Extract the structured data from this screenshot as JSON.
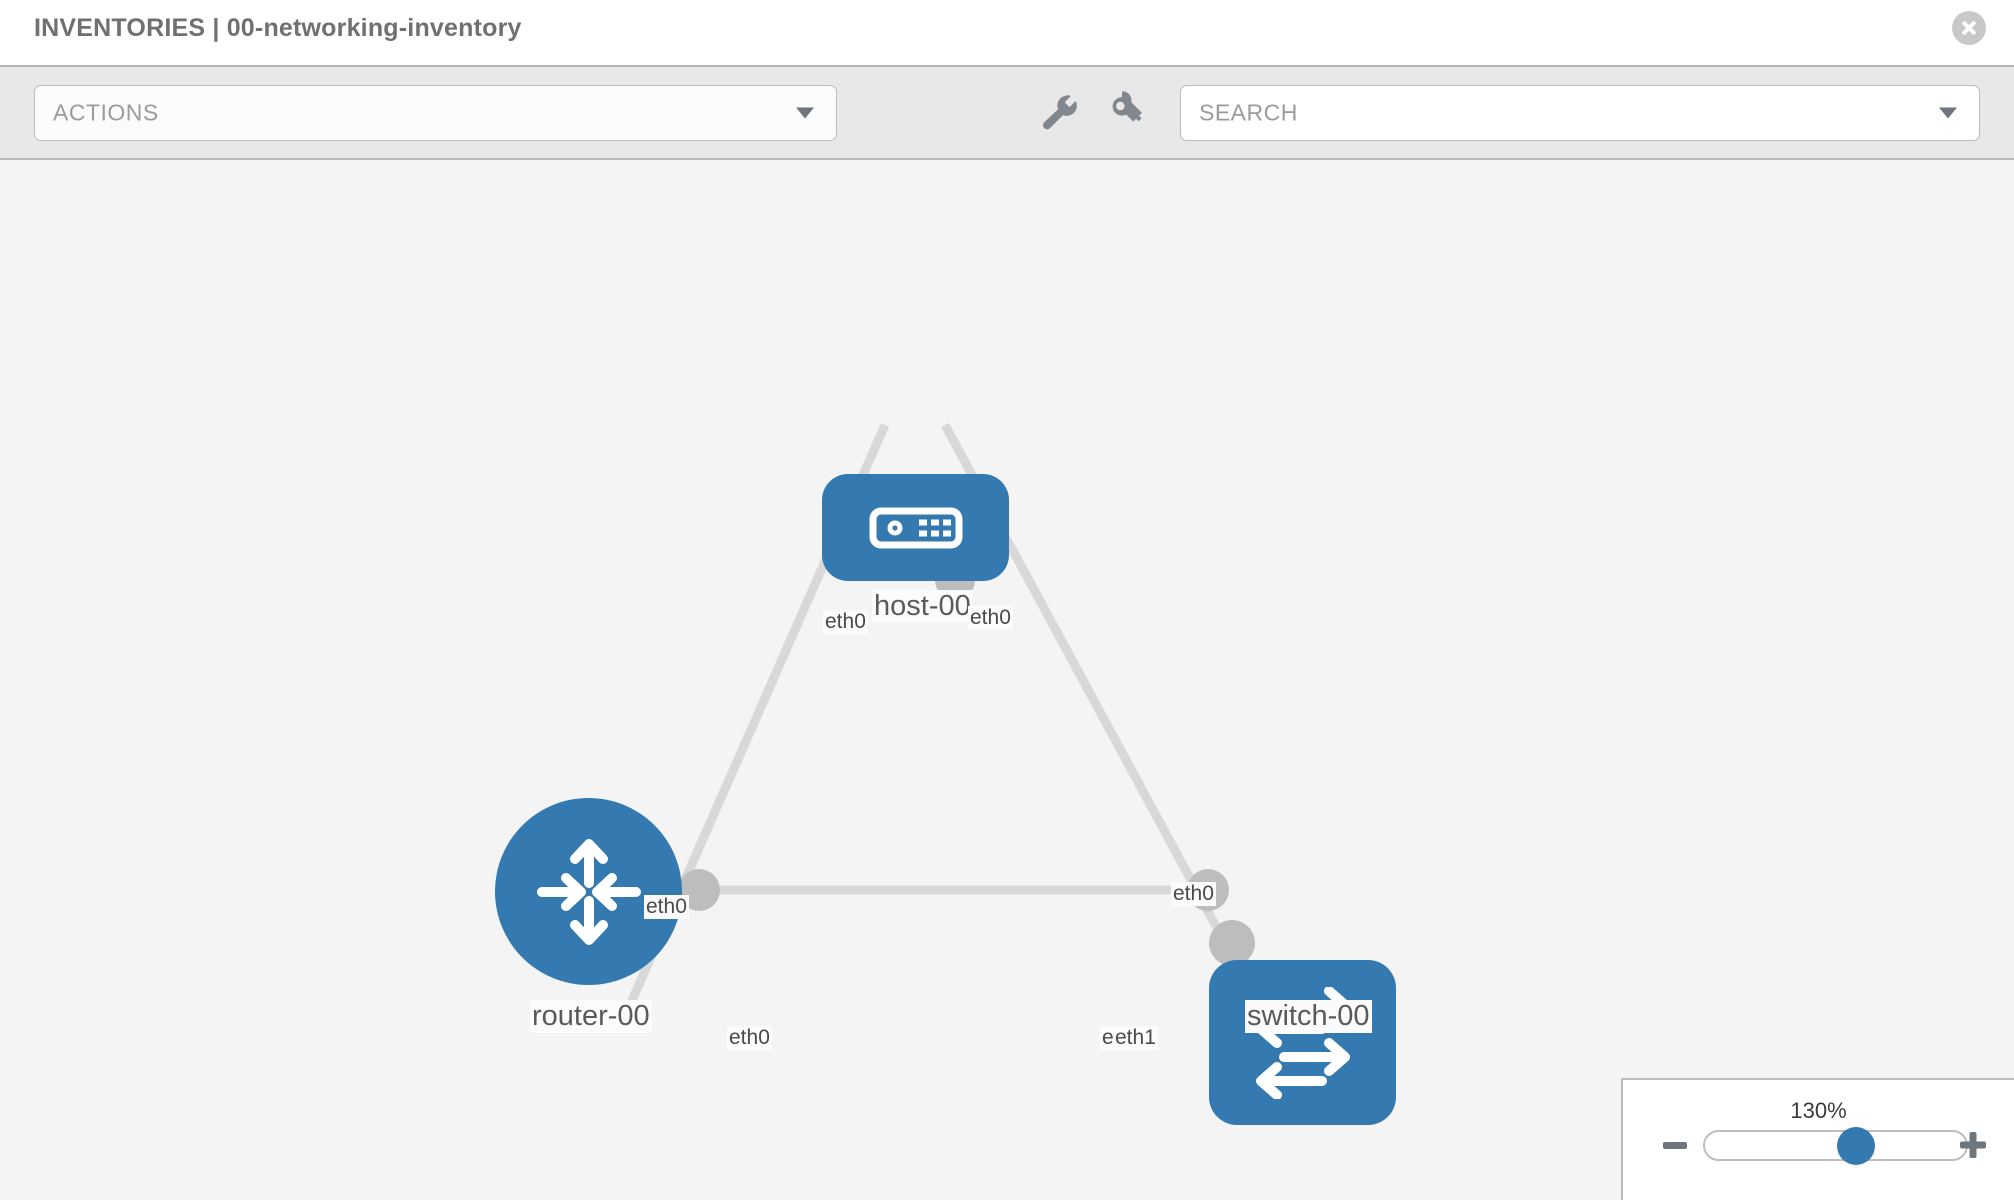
{
  "header": {
    "title": "INVENTORIES | 00-networking-inventory",
    "close_icon": "close-circle-icon"
  },
  "toolbar": {
    "actions_label": "ACTIONS",
    "actions_caret": "chevron-down-icon",
    "wrench_icon": "wrench-icon",
    "key_icon": "key-icon",
    "search_placeholder": "SEARCH",
    "search_value": "",
    "search_caret": "chevron-down-icon"
  },
  "topology": {
    "nodes": [
      {
        "id": "host-00",
        "label": "host-00",
        "type": "host",
        "icon": "server-icon",
        "color": "#3479b0"
      },
      {
        "id": "router-00",
        "label": "router-00",
        "type": "router",
        "icon": "router-arrows-icon",
        "color": "#3479b0"
      },
      {
        "id": "switch-00",
        "label": "switch-00",
        "type": "switch",
        "icon": "switch-arrows-icon",
        "color": "#3479b0"
      }
    ],
    "edges": [
      {
        "from": "host-00",
        "to": "router-00",
        "from_label": "eth0",
        "to_label": "eth0"
      },
      {
        "from": "host-00",
        "to": "switch-00",
        "from_label": "eth0",
        "to_label": "eth0"
      },
      {
        "from": "router-00",
        "to": "switch-00",
        "from_label": "eth0",
        "to_label_a": "eth0",
        "to_label_b": "eth1"
      }
    ],
    "edge_color": "#d8d8d8",
    "connector_color": "#bdbdbd"
  },
  "zoom_control": {
    "value_label": "130%",
    "percent": 130,
    "minus_label": "zoom-out",
    "plus_label": "zoom-in",
    "thumb_position_pct": 58
  }
}
